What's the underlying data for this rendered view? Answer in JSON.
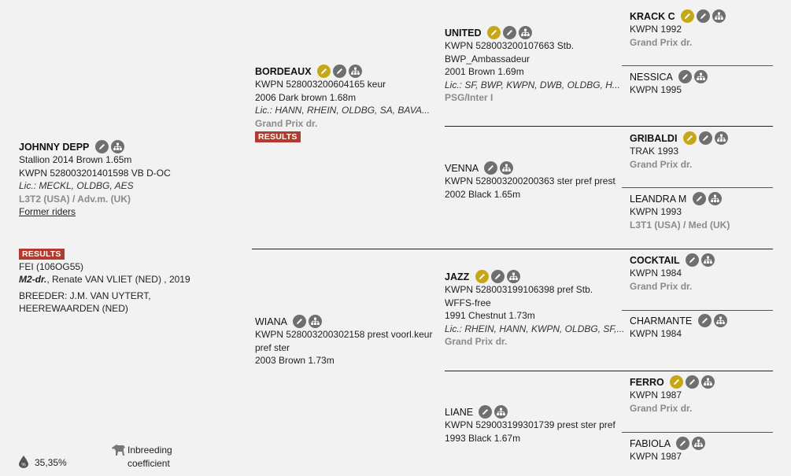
{
  "main": {
    "name": "JOHNNY DEPP",
    "line1": "Stallion 2014 Brown 1.65m",
    "line2": "KWPN 528003201401598 VB D-OC",
    "lic": "Lic.: MECKL, OLDBG, AES",
    "grade": "L3T2 (USA) / Adv.m. (UK)",
    "former_riders": "Former riders",
    "results_label": "RESULTS",
    "fei": "FEI (106OG55)",
    "rider_level": "M2-dr.",
    "rider_rest": ", Renate VAN VLIET (NED) , 2019",
    "breeder": "BREEDER: J.M. VAN UYTERT, HEEREWAARDEN (NED)",
    "inbreeding_value": "35,35%",
    "inbreeding_label_1": "Inbreeding",
    "inbreeding_label_2": "coefficient"
  },
  "sire": {
    "name": "BORDEAUX",
    "line1": "KWPN 528003200604165 keur",
    "line2": "2006 Dark brown 1.68m",
    "lic": "Lic.: HANN, RHEIN, OLDBG, SA, BAVA...",
    "grade": "Grand Prix dr.",
    "results_label": "RESULTS"
  },
  "dam": {
    "name": "WIANA",
    "line1": "KWPN 528003200302158 prest voorl.keur pref ster",
    "line2": "2003 Brown 1.73m"
  },
  "ss": {
    "name": "UNITED",
    "line1": "KWPN 528003200107663 Stb.",
    "line2": "BWP_Ambassadeur",
    "line3": "2001 Brown 1.69m",
    "lic": "Lic.: SF, BWP, KWPN, DWB, OLDBG, H...",
    "grade": "PSG/Inter I"
  },
  "sd": {
    "name": "VENNA",
    "line1": "KWPN 528003200200363 ster pref prest",
    "line2": "2002 Black 1.65m"
  },
  "ds": {
    "name": "JAZZ",
    "line1": "KWPN 528003199106398 pref Stb. WFFS-free",
    "line2": "1991 Chestnut 1.73m",
    "lic": "Lic.: RHEIN, HANN, KWPN, OLDBG, SF,...",
    "grade": "Grand Prix dr."
  },
  "dd": {
    "name": "LIANE",
    "line1": "KWPN 529003199301739 prest ster pref",
    "line2": "1993 Black 1.67m"
  },
  "g": [
    {
      "name": "KRACK C",
      "line1": "KWPN 1992",
      "grade": "Grand Prix dr."
    },
    {
      "name": "NESSICA",
      "line1": "KWPN 1995",
      "grade": ""
    },
    {
      "name": "GRIBALDI",
      "line1": "TRAK 1993",
      "grade": "Grand Prix dr."
    },
    {
      "name": "LEANDRA M",
      "line1": "KWPN 1993",
      "grade": "L3T1 (USA) / Med (UK)"
    },
    {
      "name": "COCKTAIL",
      "line1": "KWPN 1984",
      "grade": "Grand Prix dr."
    },
    {
      "name": "CHARMANTE",
      "line1": "KWPN 1984",
      "grade": ""
    },
    {
      "name": "FERRO",
      "line1": "KWPN 1987",
      "grade": "Grand Prix dr."
    },
    {
      "name": "FABIOLA",
      "line1": "KWPN 1987",
      "grade": ""
    }
  ],
  "colors": {
    "gold_icon": "#c6a716",
    "grey_icon": "#6f6f6f",
    "results_badge": "#b33a2e",
    "grade_text": "#8a8a8a"
  },
  "icons": {
    "edit": "pencil-icon",
    "pedigree": "pedigree-tree-icon",
    "horse": "horse-icon",
    "drop": "drop-icon"
  }
}
